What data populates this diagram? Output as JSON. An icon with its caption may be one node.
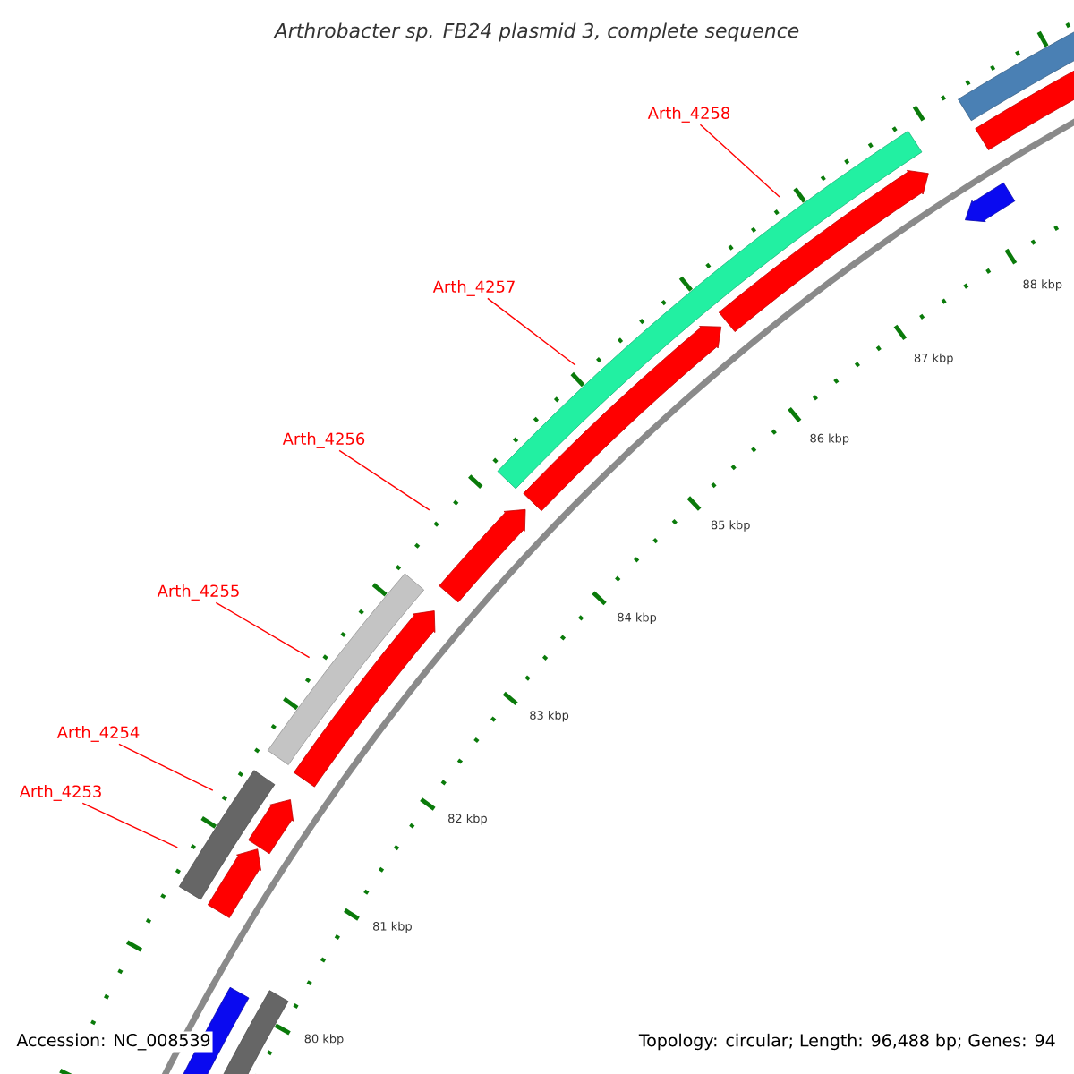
{
  "diagram": {
    "title": "*Arthrobacter sp.* FB24 plasmid 3, complete sequence",
    "nodes": [
      {
        "text": [
          "Arth_4258"
        ]
      },
      {
        "text": [
          "Arth_4257"
        ]
      },
      {
        "text": [
          "Arth_4256"
        ]
      },
      {
        "text": [
          "Arth_4255"
        ]
      },
      {
        "text": [
          "Arth_4254"
        ]
      },
      {
        "text": [
          "Arth_4253"
        ]
      },
      {
        "text": [],
        "shape": "arrow"
      },
      {
        "text": [],
        "shape": "arrow"
      },
      {
        "text": [],
        "shape": "arrow"
      },
      {
        "text": [],
        "shape": "arrow"
      },
      {
        "text": [],
        "shape": "arrow"
      },
      {
        "text": [],
        "shape": "arrow"
      }
    ],
    "edges": [
      {
        "from": 0,
        "to": 11,
        "arrow": "none"
      },
      {
        "from": 1,
        "to": 10,
        "arrow": "none"
      },
      {
        "from": 2,
        "to": 9,
        "arrow": "none"
      },
      {
        "from": 3,
        "to": 8,
        "arrow": "none"
      },
      {
        "from": 4,
        "to": 7,
        "arrow": "none"
      },
      {
        "from": 5,
        "to": 6,
        "arrow": "none"
      }
    ],
    "labels": [
      "88 kbp",
      "87 kbp",
      "86 kbp",
      "85 kbp",
      "84 kbp",
      "83 kbp",
      "82 kbp",
      "81 kbp",
      "80 kbp",
      "Accession: NC_008539",
      "Topology: circular; Length: 96,488 bp; Genes: 94"
    ]
  }
}
